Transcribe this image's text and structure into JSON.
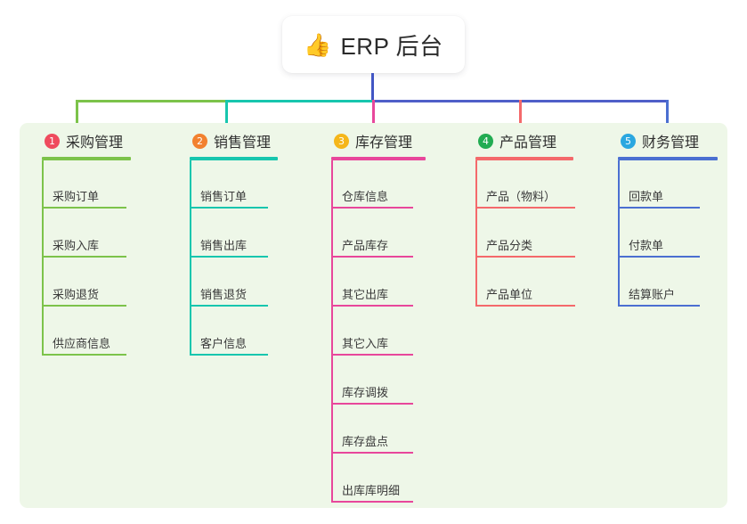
{
  "root": {
    "emoji": "👍",
    "emoji_name": "thumbs-up-icon",
    "title": "ERP 后台"
  },
  "canvas": {
    "background": "#ffffff",
    "panel_background": "#eef7e8"
  },
  "connector": {
    "stem_color": "#4256c4",
    "left_segment_color": "#7cc34a",
    "mid_segment_color": "#17c6ae",
    "right_segment_color": "#4f5fc8"
  },
  "columns": [
    {
      "index": "1",
      "title": "采购管理",
      "badge_color": "#ef4b5e",
      "line_color": "#7cc34a",
      "items": [
        "采购订单",
        "采购入库",
        "采购退货",
        "供应商信息"
      ]
    },
    {
      "index": "2",
      "title": "销售管理",
      "badge_color": "#f2812f",
      "line_color": "#17c6ae",
      "items": [
        "销售订单",
        "销售出库",
        "销售退货",
        "客户信息"
      ]
    },
    {
      "index": "3",
      "title": "库存管理",
      "badge_color": "#f5b61a",
      "line_color": "#e8479b",
      "items": [
        "仓库信息",
        "产品库存",
        "其它出库",
        "其它入库",
        "库存调拨",
        "库存盘点",
        "出库库明细"
      ]
    },
    {
      "index": "4",
      "title": "产品管理",
      "badge_color": "#22ac52",
      "line_color": "#f4696b",
      "items": [
        "产品（物料）",
        "产品分类",
        "产品单位"
      ]
    },
    {
      "index": "5",
      "title": "财务管理",
      "badge_color": "#2aa7e0",
      "line_color": "#4b6fd1",
      "items": [
        "回款单",
        "付款单",
        "结算账户"
      ]
    }
  ]
}
